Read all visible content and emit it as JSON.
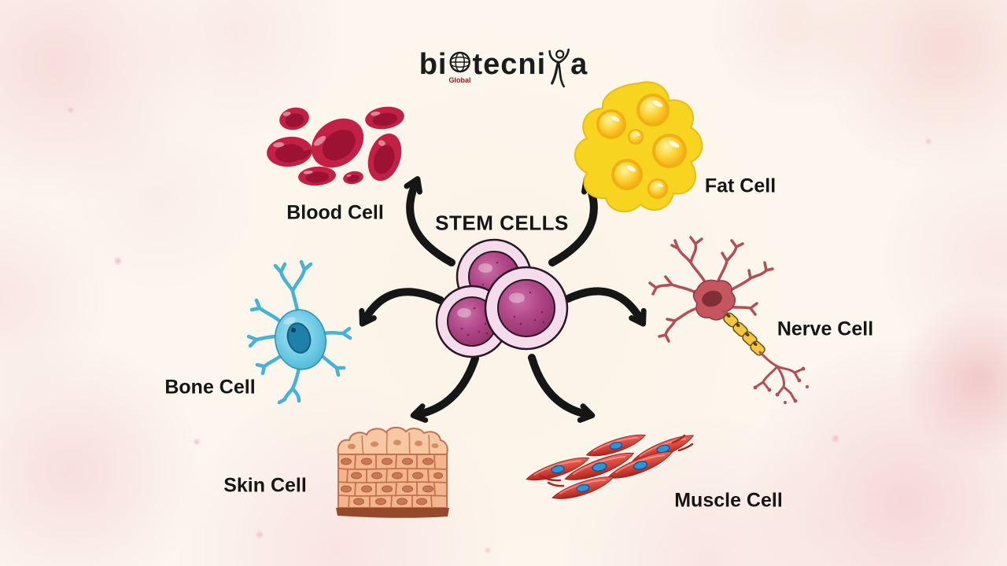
{
  "logo": {
    "name": "biotecnika",
    "part1": "bi",
    "part2": "tecni",
    "part3": "a",
    "tagline": "Global"
  },
  "diagram": {
    "center_label": "STEM CELLS",
    "cells": [
      {
        "id": "blood",
        "label": "Blood Cell",
        "position": "top-left"
      },
      {
        "id": "fat",
        "label": "Fat Cell",
        "position": "top-right"
      },
      {
        "id": "bone",
        "label": "Bone Cell",
        "position": "middle-left"
      },
      {
        "id": "nerve",
        "label": "Nerve Cell",
        "position": "middle-right"
      },
      {
        "id": "skin",
        "label": "Skin Cell",
        "position": "bottom-left"
      },
      {
        "id": "muscle",
        "label": "Muscle Cell",
        "position": "bottom-right"
      }
    ]
  },
  "icons": {
    "logo_o": "globe-icon",
    "logo_k": "dancer-icon",
    "blood": "red-blood-cells-illustration",
    "fat": "adipose-cell-illustration",
    "stem": "stem-cell-cluster-illustration",
    "bone": "osteocyte-illustration",
    "nerve": "neuron-illustration",
    "skin": "epithelial-tissue-illustration",
    "muscle": "muscle-cells-illustration"
  },
  "colors": {
    "background_base": "#fcf6ee",
    "watercolor_pink": "#f3c8cb",
    "arrow": "#161616",
    "label_text": "#161616",
    "blood_red": "#c32045",
    "fat_yellow": "#f6d41f",
    "stem_magenta": "#b04687",
    "stem_ring_pink": "#f5dcec",
    "bone_blue": "#5fc4e2",
    "nerve_red": "#c5565e",
    "myelin_yellow": "#f2c63f",
    "skin_peach": "#f2b58d",
    "muscle_red": "#d63f35",
    "nucleus_blue": "#2e93d8",
    "logo_text": "#1c1c1c",
    "logo_tagline_red": "#a5181d"
  }
}
